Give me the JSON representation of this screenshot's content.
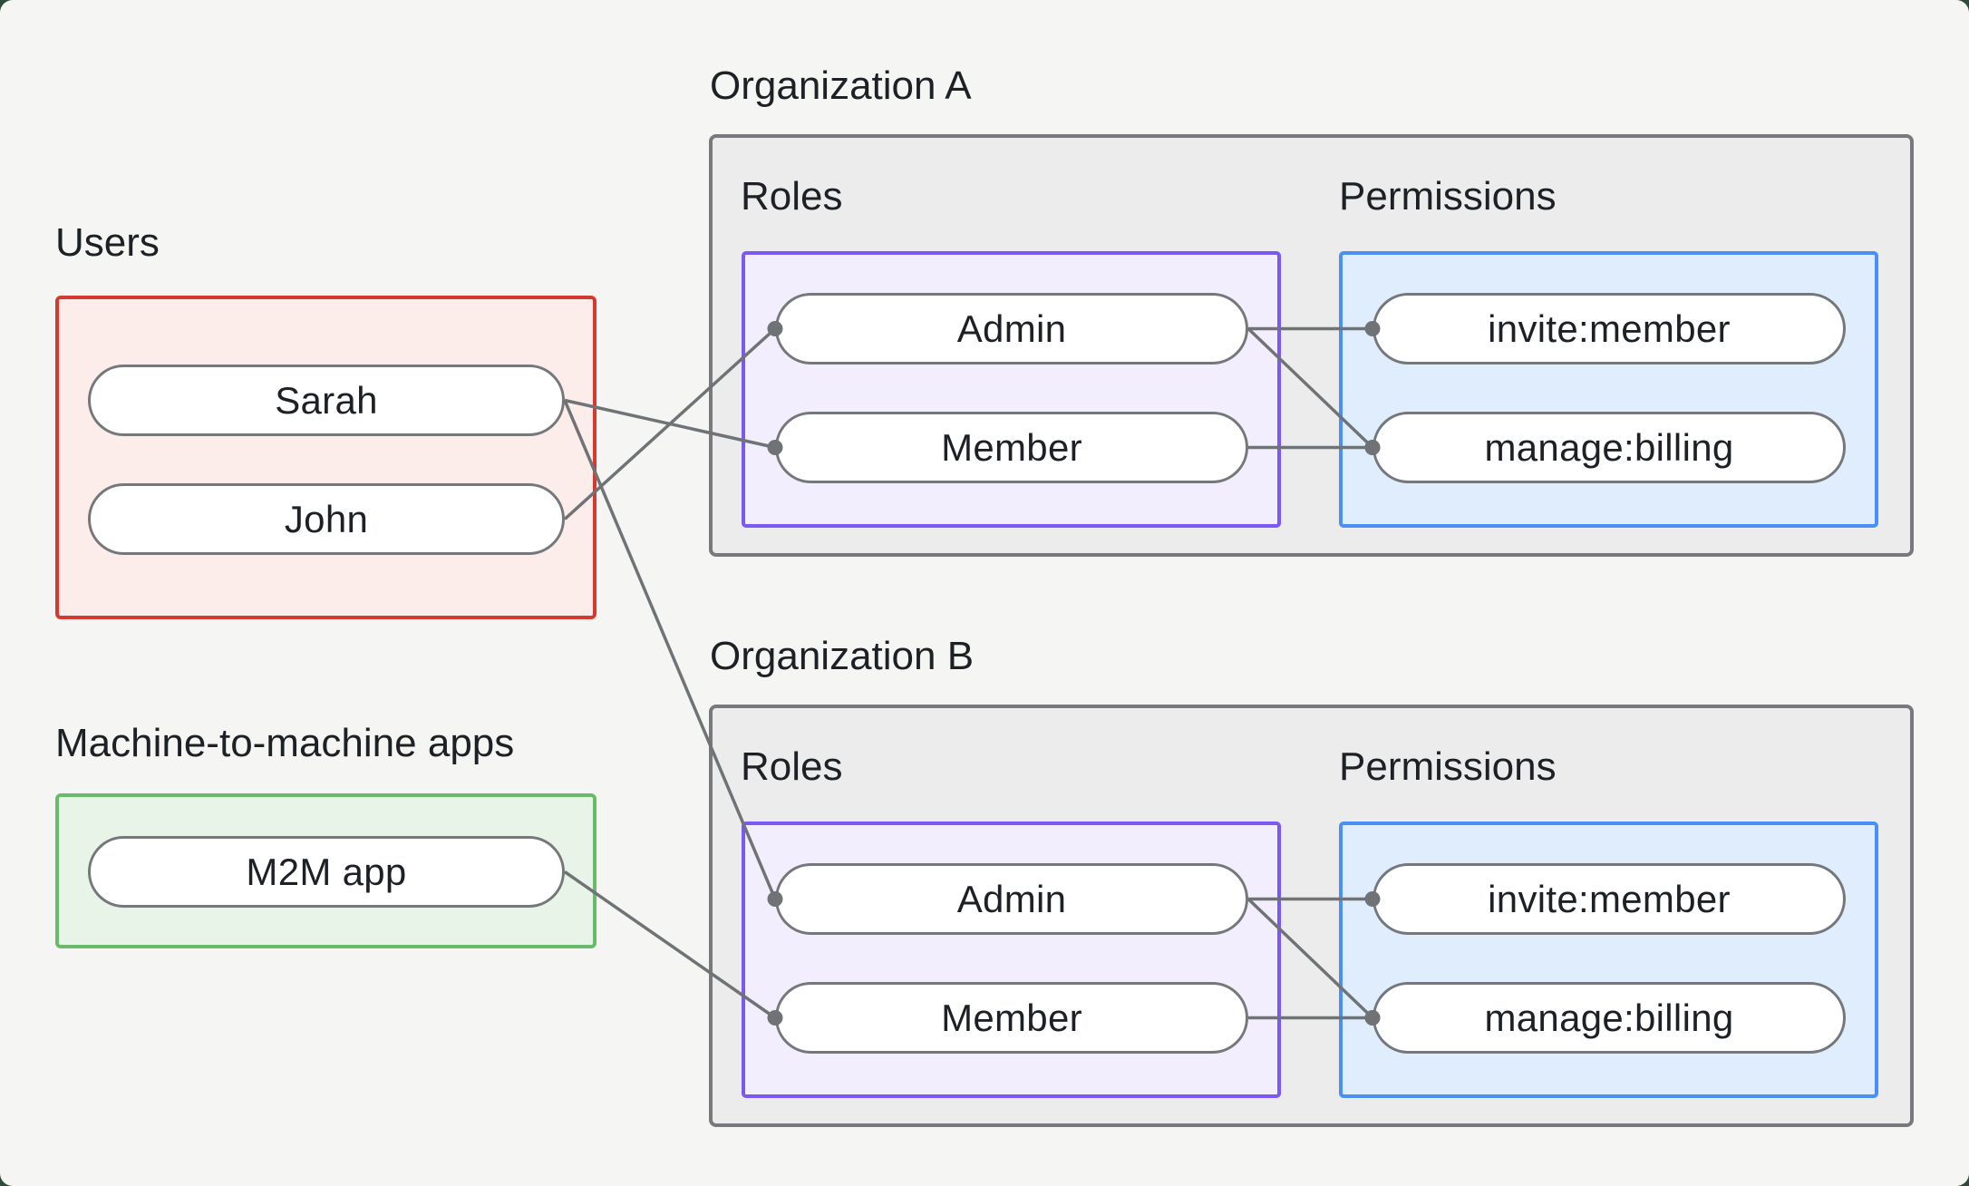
{
  "colors": {
    "page-bg": "#f5f6f3",
    "backdrop": "#2e4b39",
    "text": "#1d2126",
    "line": "#6f7376",
    "pill-bg": "#ffffff",
    "pill-border": "#75787b",
    "users-border": "#d53a31",
    "users-bg": "#fcecea",
    "m2m-border": "#6aba6c",
    "m2m-bg": "#e9f4e8",
    "org-border": "#77797c",
    "org-bg": "#ececec",
    "roles-border": "#7b57f3",
    "roles-bg": "#f3eefd",
    "perms-border": "#4a8ff4",
    "perms-bg": "#dfedfd"
  },
  "users_group": {
    "label": "Users",
    "items": [
      {
        "name": "Sarah"
      },
      {
        "name": "John"
      }
    ]
  },
  "m2m_group": {
    "label": "Machine-to-machine apps",
    "items": [
      {
        "name": "M2M app"
      }
    ]
  },
  "org_a": {
    "label": "Organization A",
    "roles_label": "Roles",
    "permissions_label": "Permissions",
    "roles": [
      {
        "name": "Admin"
      },
      {
        "name": "Member"
      }
    ],
    "permissions": [
      {
        "name": "invite:member"
      },
      {
        "name": "manage:billing"
      }
    ]
  },
  "org_b": {
    "label": "Organization B",
    "roles_label": "Roles",
    "permissions_label": "Permissions",
    "roles": [
      {
        "name": "Admin"
      },
      {
        "name": "Member"
      }
    ],
    "permissions": [
      {
        "name": "invite:member"
      },
      {
        "name": "manage:billing"
      }
    ]
  },
  "connections": [
    {
      "from": "user-sarah",
      "to": "orga-role-member"
    },
    {
      "from": "user-john",
      "to": "orga-role-admin"
    },
    {
      "from": "user-sarah",
      "to": "orgb-role-admin"
    },
    {
      "from": "m2m-app",
      "to": "orgb-role-member"
    },
    {
      "from": "orga-role-admin",
      "to": "orga-perm-invite"
    },
    {
      "from": "orga-role-admin",
      "to": "orga-perm-manage"
    },
    {
      "from": "orga-role-member",
      "to": "orga-perm-manage"
    },
    {
      "from": "orgb-role-admin",
      "to": "orgb-perm-invite"
    },
    {
      "from": "orgb-role-admin",
      "to": "orgb-perm-manage"
    },
    {
      "from": "orgb-role-member",
      "to": "orgb-perm-manage"
    }
  ]
}
